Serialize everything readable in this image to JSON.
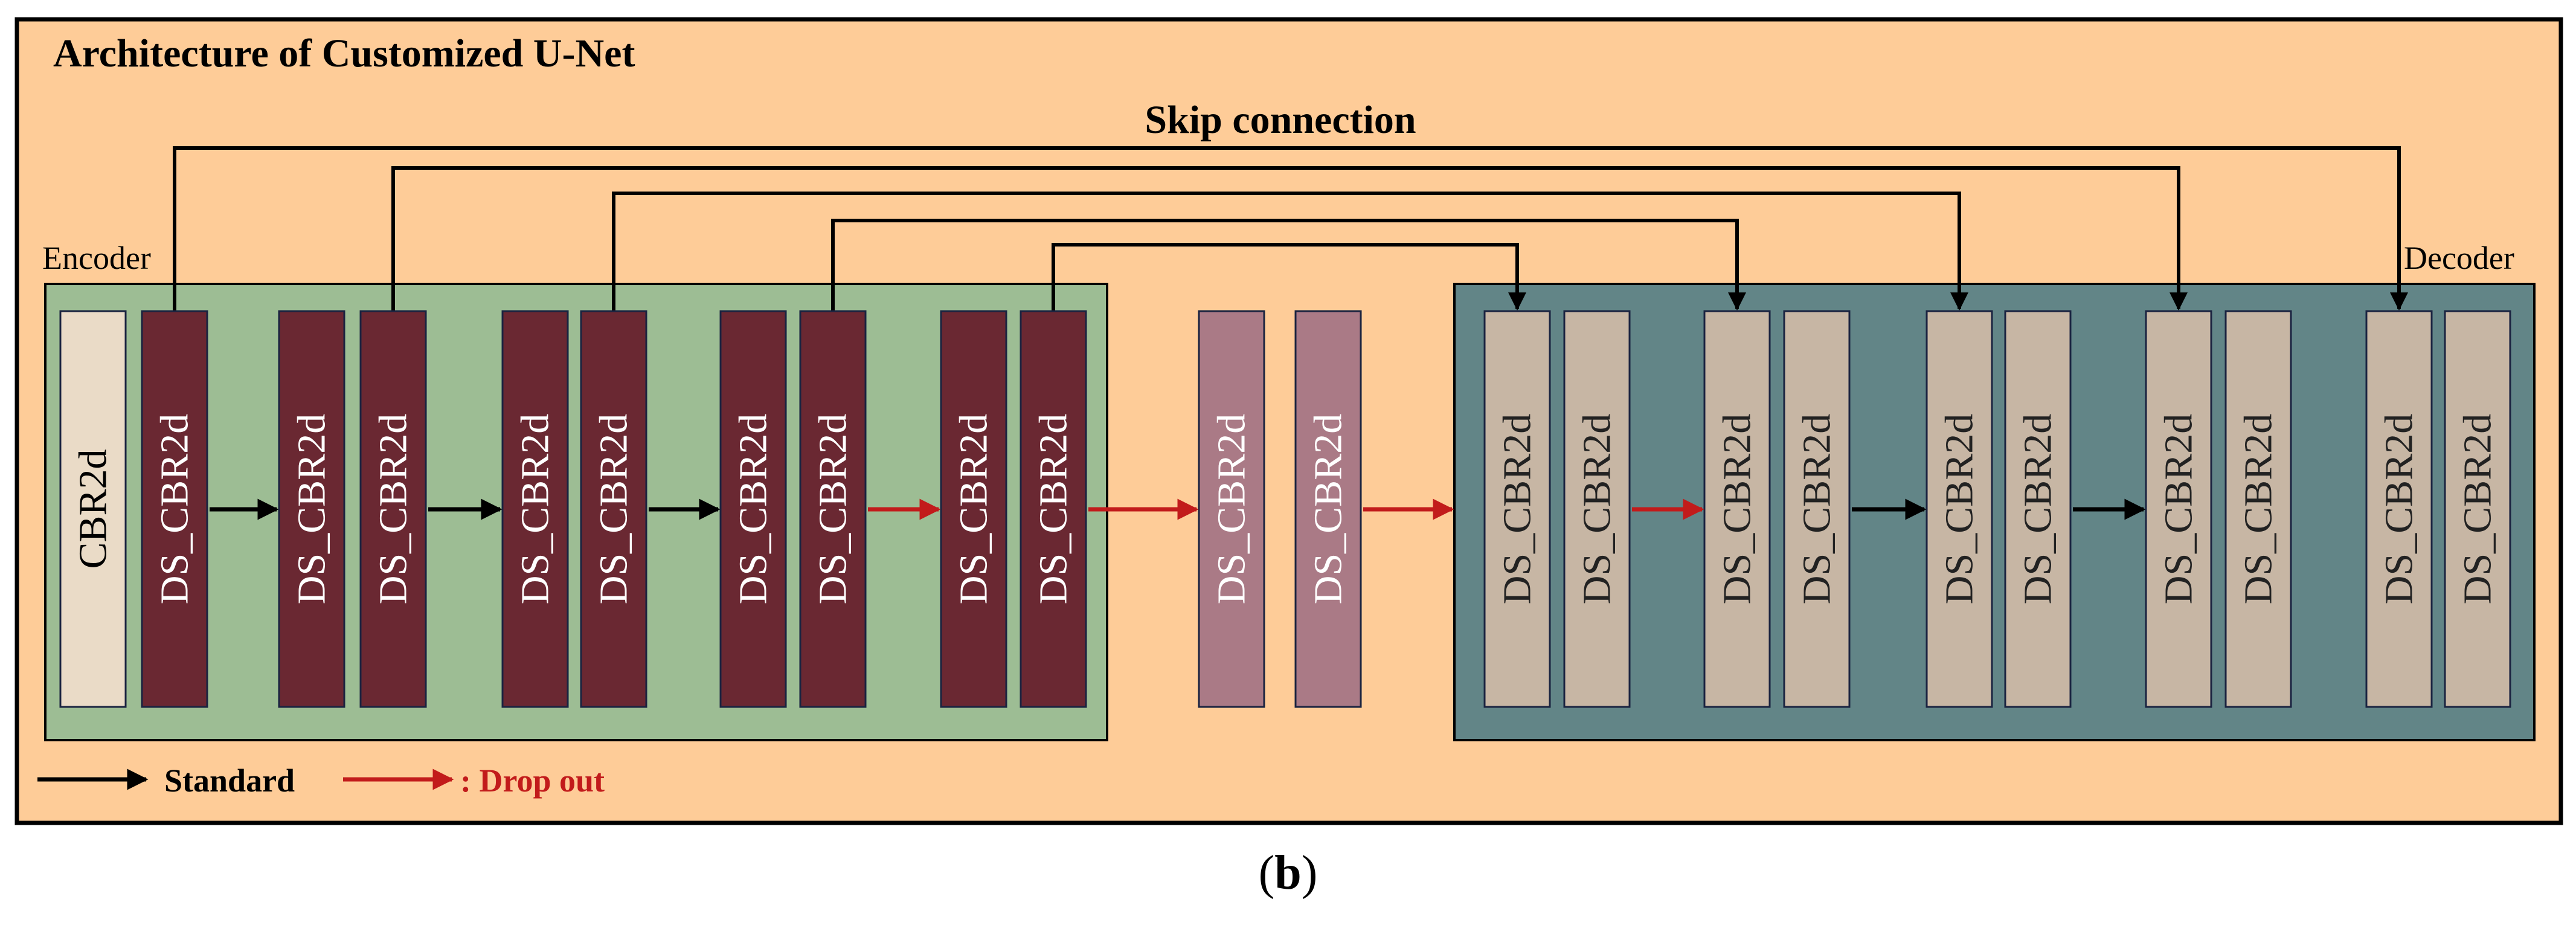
{
  "title": "Architecture of Customized U-Net",
  "skip_label": "Skip connection",
  "encoder_label": "Encoder",
  "decoder_label": "Decoder",
  "legend": {
    "standard_label": "Standard",
    "dropout_label": ": Drop out"
  },
  "caption": {
    "open": "(",
    "letter": "b",
    "close": ")"
  },
  "colors": {
    "frame_fill": "#FECC98",
    "encoder_fill": "#9DBD94",
    "decoder_fill": "#628587",
    "encoder_block": "#6A2832",
    "bottleneck_block": "#AA7A86",
    "decoder_block": "#C7B6A4",
    "first_block": "#EADBC7",
    "standard_arrow": "#000000",
    "dropout_arrow": "#C21B1B"
  },
  "encoder_blocks": [
    "CBR2d",
    "DS_CBR2d",
    "DS_CBR2d",
    "DS_CBR2d",
    "DS_CBR2d",
    "DS_CBR2d",
    "DS_CBR2d",
    "DS_CBR2d",
    "DS_CBR2d",
    "DS_CBR2d"
  ],
  "bottleneck_blocks": [
    "DS_CBR2d",
    "DS_CBR2d"
  ],
  "decoder_blocks": [
    "DS_CBR2d",
    "DS_CBR2d",
    "DS_CBR2d",
    "DS_CBR2d",
    "DS_CBR2d",
    "DS_CBR2d",
    "DS_CBR2d",
    "DS_CBR2d",
    "DS_CBR2d",
    "DS_CBR2d"
  ],
  "arrows": [
    {
      "from": "enc-2",
      "to": "enc-3",
      "kind": "standard"
    },
    {
      "from": "enc-4",
      "to": "enc-5",
      "kind": "standard"
    },
    {
      "from": "enc-6",
      "to": "enc-7",
      "kind": "standard"
    },
    {
      "from": "enc-8",
      "to": "enc-9",
      "kind": "dropout"
    },
    {
      "from": "enc-10",
      "to": "bot-1",
      "kind": "dropout"
    },
    {
      "from": "bot-2",
      "to": "decoder",
      "kind": "dropout"
    },
    {
      "from": "dec-2",
      "to": "dec-3",
      "kind": "dropout"
    },
    {
      "from": "dec-4",
      "to": "dec-5",
      "kind": "standard"
    },
    {
      "from": "dec-6",
      "to": "dec-7",
      "kind": "standard"
    }
  ],
  "skip_connections": [
    {
      "from": "enc-2",
      "to": "dec-9"
    },
    {
      "from": "enc-4",
      "to": "dec-7"
    },
    {
      "from": "enc-6",
      "to": "dec-5"
    },
    {
      "from": "enc-8",
      "to": "dec-3"
    },
    {
      "from": "enc-10",
      "to": "dec-1"
    }
  ]
}
